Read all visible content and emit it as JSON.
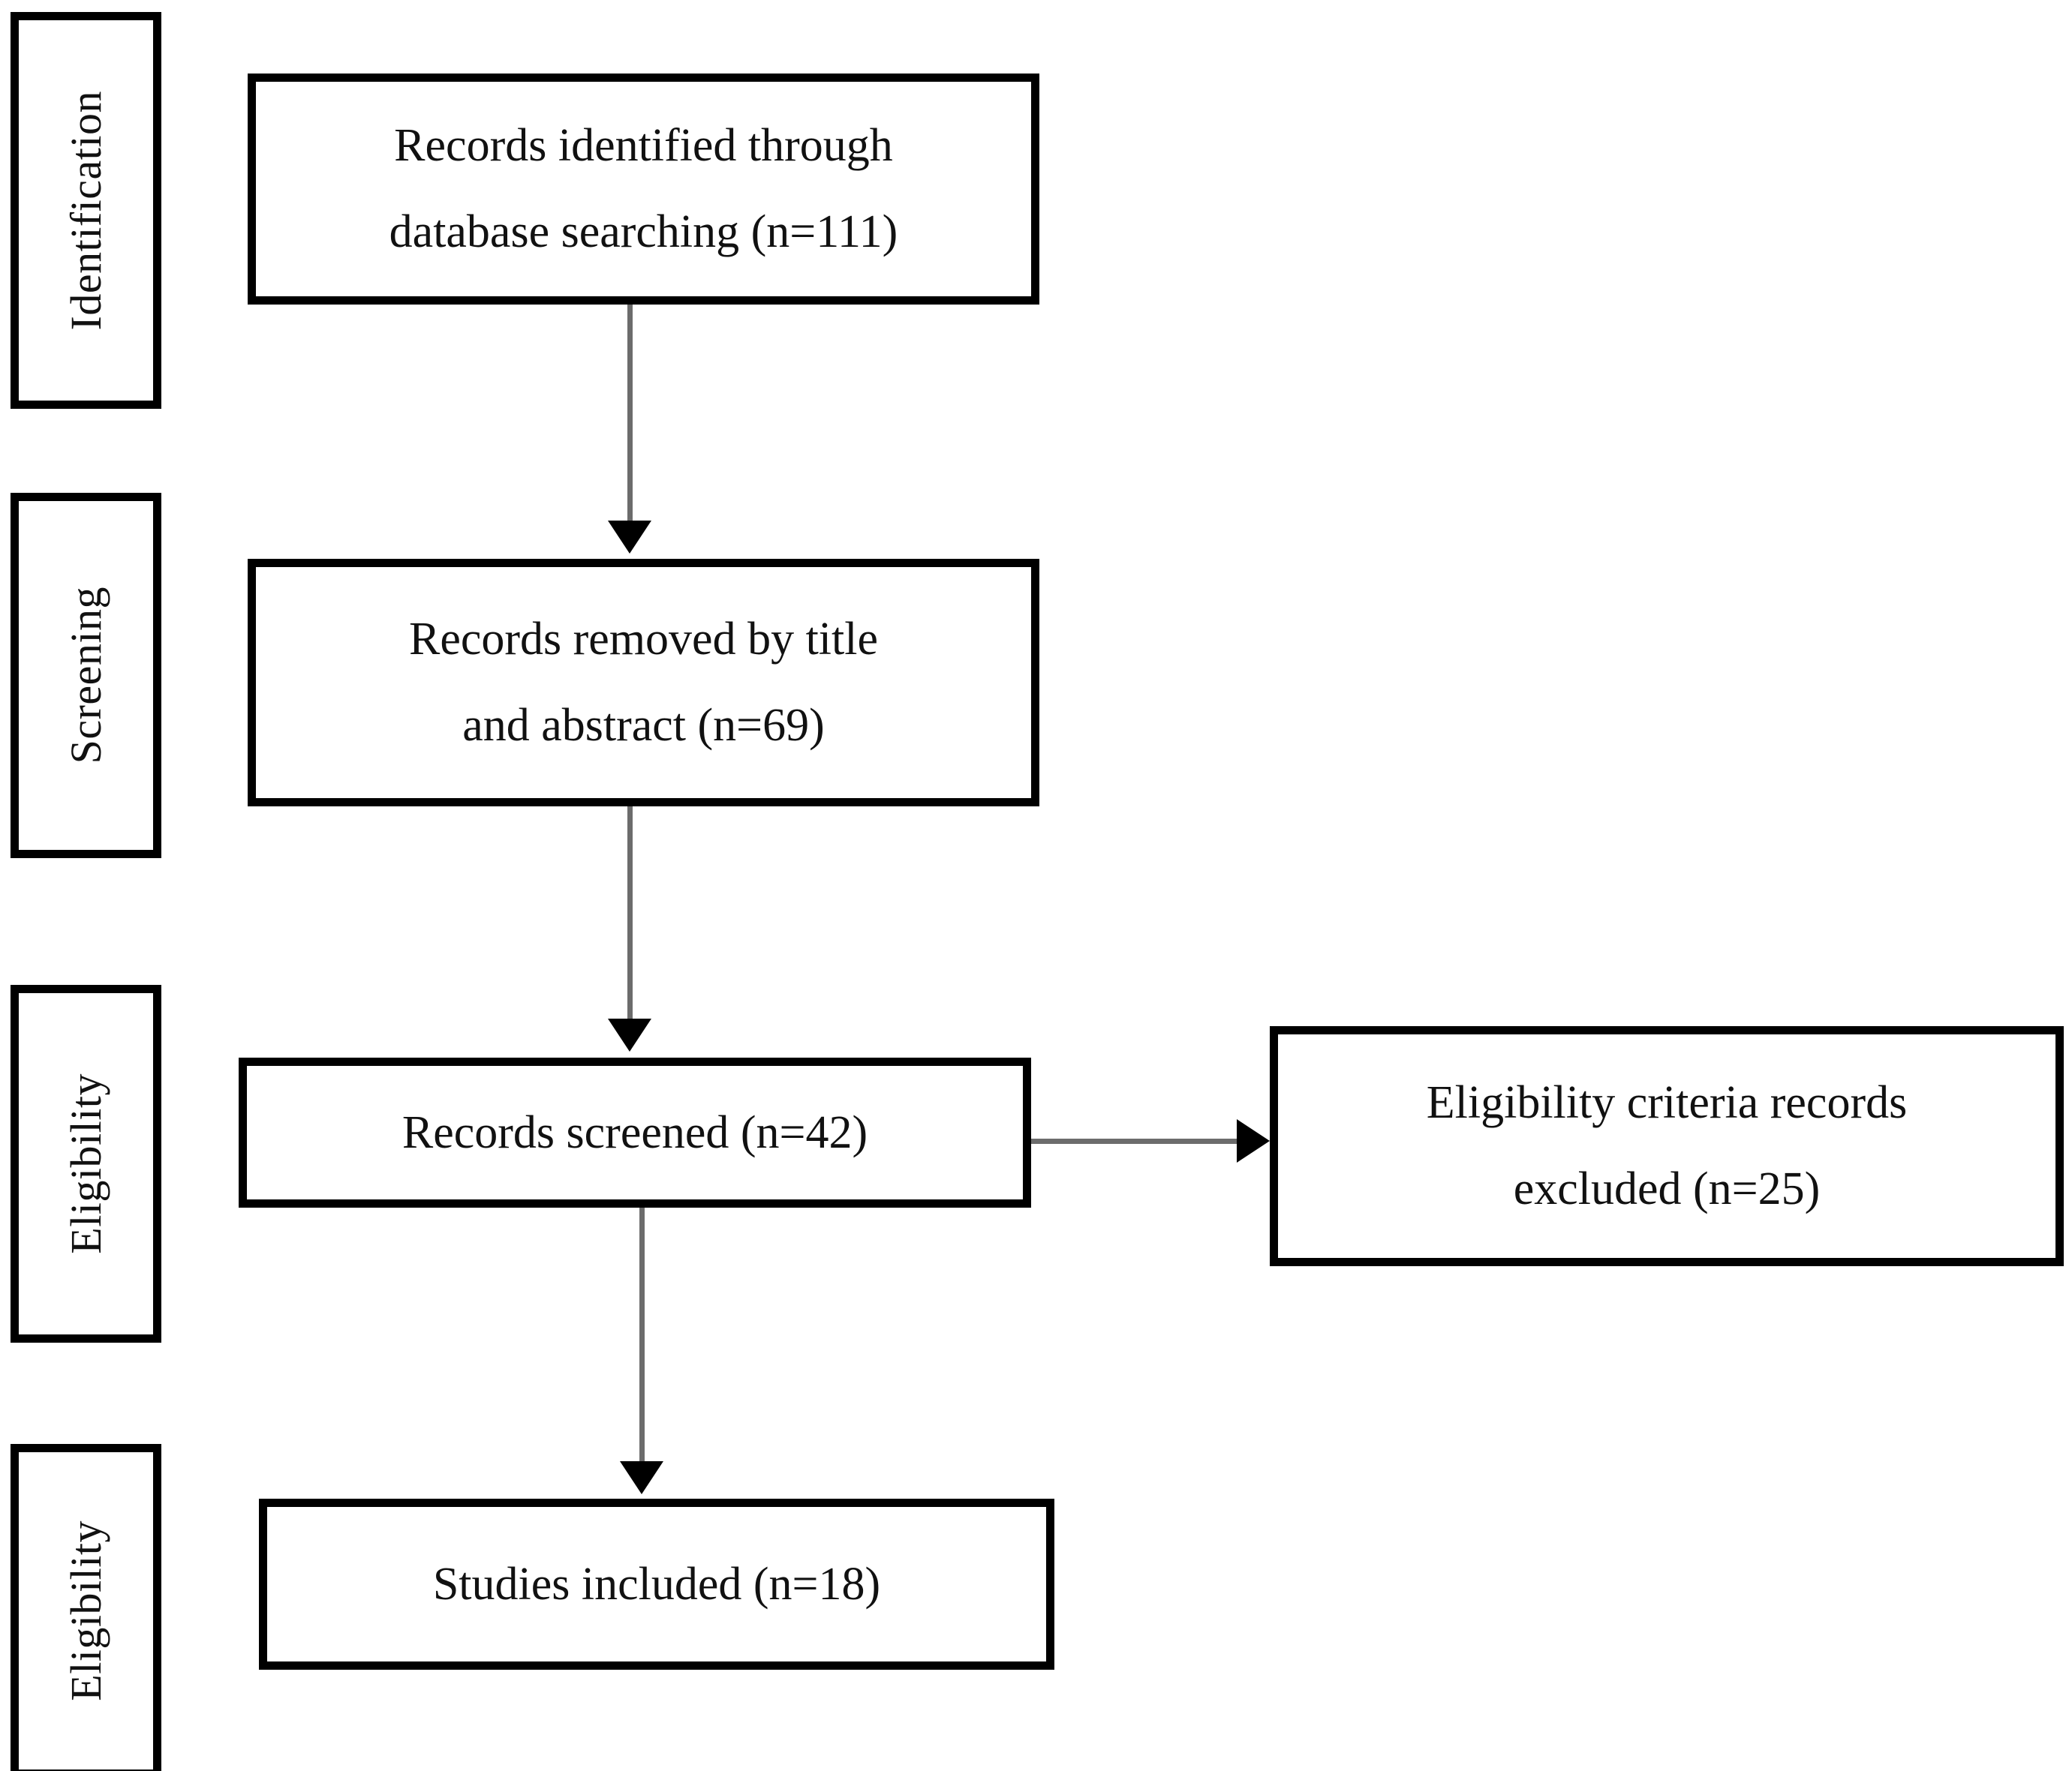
{
  "diagram": {
    "type": "prisma-flow-diagram",
    "title": "",
    "stage_labels": [
      {
        "label": "Identification"
      },
      {
        "label": "Screening"
      },
      {
        "label": "Eligibility"
      },
      {
        "label": "Eligibility"
      }
    ],
    "boxes": [
      {
        "id": "records-identified",
        "text": "Records identified through database searching (n=111)",
        "line1": "Records identified through",
        "line2": "database searching (n=111)",
        "count": 111
      },
      {
        "id": "records-removed",
        "text": "Records removed by title and abstract (n=69)",
        "line1": "Records removed by title",
        "line2": "and abstract (n=69)",
        "count": 69
      },
      {
        "id": "records-screened",
        "text": "Records screened (n=42)",
        "line1": "Records screened (n=42)",
        "line2": "",
        "count": 42
      },
      {
        "id": "eligibility-excluded",
        "text": "Eligibility criteria records excluded (n=25)",
        "line1": "Eligibility criteria records",
        "line2": "excluded (n=25)",
        "count": 25
      },
      {
        "id": "studies-included",
        "text": "Studies included (n=18)",
        "line1": "Studies included (n=18)",
        "line2": "",
        "count": 18
      }
    ],
    "connectors": [
      {
        "id": "identified-to-removed",
        "direction": "down"
      },
      {
        "id": "removed-to-screened",
        "direction": "down"
      },
      {
        "id": "screened-to-excluded",
        "direction": "right"
      },
      {
        "id": "screened-to-included",
        "direction": "down"
      }
    ],
    "colors": {
      "border": "#000000",
      "text": "#111111",
      "connector": "#6c6c6c",
      "arrowhead": "#000000",
      "background": "#ffffff"
    }
  }
}
